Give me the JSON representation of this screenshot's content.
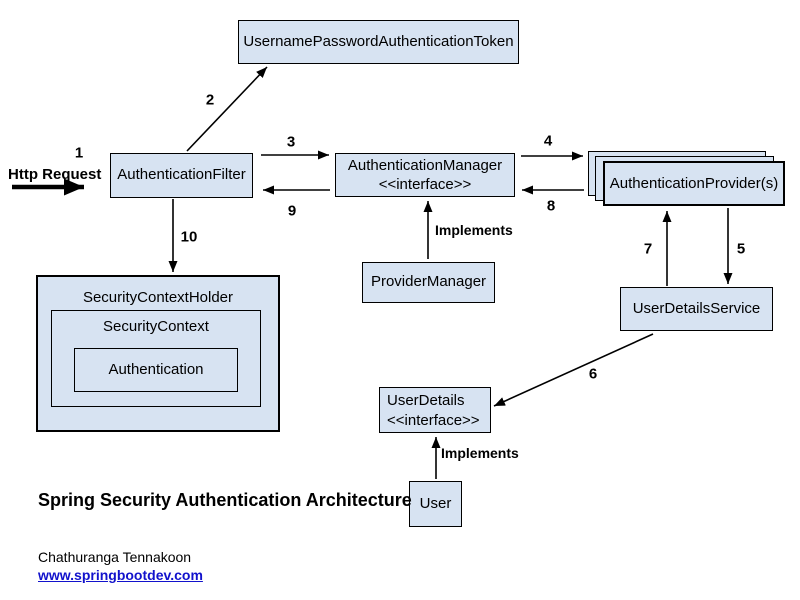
{
  "colors": {
    "box_fill": "#d7e3f2",
    "box_border": "#000000",
    "link_blue": "#1212cc",
    "background": "#ffffff"
  },
  "nodes": {
    "token": {
      "label": "UsernamePasswordAuthenticationToken"
    },
    "auth_filter": {
      "label": "AuthenticationFilter"
    },
    "auth_manager": {
      "label": "AuthenticationManager",
      "stereotype": "<<interface>>"
    },
    "auth_provider": {
      "label": "AuthenticationProvider(s)"
    },
    "provider_manager": {
      "label": "ProviderManager"
    },
    "user_details_service": {
      "label": "UserDetailsService"
    },
    "user_details": {
      "label": "UserDetails",
      "stereotype": "<<interface>>"
    },
    "user": {
      "label": "User"
    },
    "security_context_holder": {
      "label": "SecurityContextHolder"
    },
    "security_context": {
      "label": "SecurityContext"
    },
    "authentication": {
      "label": "Authentication"
    }
  },
  "edge_labels": {
    "http_request": "Http Request",
    "implements_top": "Implements",
    "implements_bottom": "Implements"
  },
  "step_numbers": [
    "1",
    "2",
    "3",
    "4",
    "5",
    "6",
    "7",
    "8",
    "9",
    "10"
  ],
  "footer": {
    "title_line1": "Spring Security",
    "title_line2": "Authentication Architecture",
    "author": "Chathuranga Tennakoon",
    "website": "www.springbootdev.com"
  }
}
